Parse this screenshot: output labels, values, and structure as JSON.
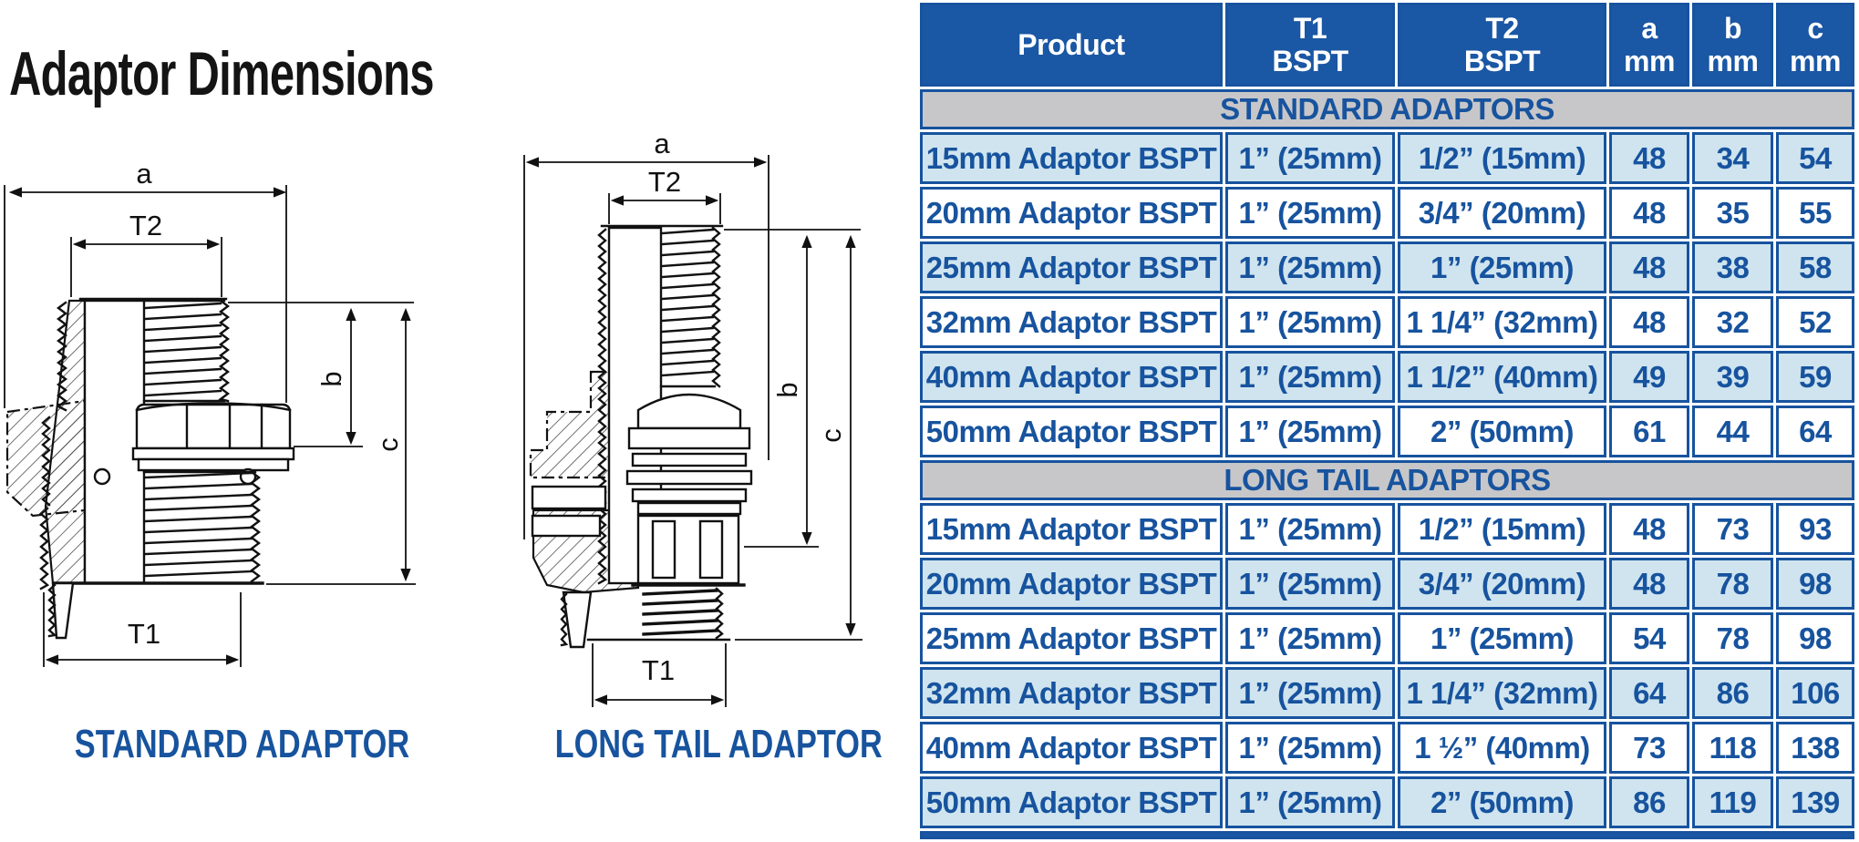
{
  "title": "Adaptor Dimensions",
  "colors": {
    "header_bg": "#1a57a4",
    "border_blue": "#17539e",
    "text_blue": "#17539e",
    "row_blue": "#cfe4ef",
    "section_gray": "#c7c7c9"
  },
  "diagrams": {
    "standard": {
      "caption": "STANDARD ADAPTOR",
      "labels": {
        "a": "a",
        "t2": "T2",
        "b": "b",
        "c": "c",
        "t1": "T1"
      }
    },
    "long_tail": {
      "caption": "LONG TAIL ADAPTOR",
      "labels": {
        "a": "a",
        "t2": "T2",
        "b": "b",
        "c": "c",
        "t1": "T1"
      }
    }
  },
  "table": {
    "header": {
      "product": "Product",
      "t1_line1": "T1",
      "t1_line2": "BSPT",
      "t2_line1": "T2",
      "t2_line2": "BSPT",
      "a_line1": "a",
      "a_line2": "mm",
      "b_line1": "b",
      "b_line2": "mm",
      "c_line1": "c",
      "c_line2": "mm"
    },
    "sections": [
      {
        "title": "STANDARD ADAPTORS",
        "rows": [
          {
            "product": "15mm Adaptor BSPT",
            "t1": "1” (25mm)",
            "t2": "1/2” (15mm)",
            "a": "48",
            "b": "34",
            "c": "54"
          },
          {
            "product": "20mm Adaptor BSPT",
            "t1": "1” (25mm)",
            "t2": "3/4” (20mm)",
            "a": "48",
            "b": "35",
            "c": "55"
          },
          {
            "product": "25mm Adaptor BSPT",
            "t1": "1” (25mm)",
            "t2": "1” (25mm)",
            "a": "48",
            "b": "38",
            "c": "58"
          },
          {
            "product": "32mm Adaptor BSPT",
            "t1": "1” (25mm)",
            "t2": "1 1/4” (32mm)",
            "a": "48",
            "b": "32",
            "c": "52"
          },
          {
            "product": "40mm Adaptor BSPT",
            "t1": "1” (25mm)",
            "t2": "1 1/2” (40mm)",
            "a": "49",
            "b": "39",
            "c": "59"
          },
          {
            "product": "50mm Adaptor BSPT",
            "t1": "1” (25mm)",
            "t2": "2” (50mm)",
            "a": "61",
            "b": "44",
            "c": "64"
          }
        ]
      },
      {
        "title": "LONG TAIL ADAPTORS",
        "rows": [
          {
            "product": "15mm Adaptor BSPT",
            "t1": "1” (25mm)",
            "t2": "1/2” (15mm)",
            "a": "48",
            "b": "73",
            "c": "93"
          },
          {
            "product": "20mm Adaptor BSPT",
            "t1": "1” (25mm)",
            "t2": "3/4” (20mm)",
            "a": "48",
            "b": "78",
            "c": "98"
          },
          {
            "product": "25mm Adaptor BSPT",
            "t1": "1” (25mm)",
            "t2": "1” (25mm)",
            "a": "54",
            "b": "78",
            "c": "98"
          },
          {
            "product": "32mm Adaptor BSPT",
            "t1": "1” (25mm)",
            "t2": "1 1/4” (32mm)",
            "a": "64",
            "b": "86",
            "c": "106"
          },
          {
            "product": "40mm Adaptor BSPT",
            "t1": "1” (25mm)",
            "t2": "1 ½” (40mm)",
            "a": "73",
            "b": "118",
            "c": "138"
          },
          {
            "product": "50mm Adaptor BSPT",
            "t1": "1” (25mm)",
            "t2": "2” (50mm)",
            "a": "86",
            "b": "119",
            "c": "139"
          }
        ]
      }
    ]
  }
}
